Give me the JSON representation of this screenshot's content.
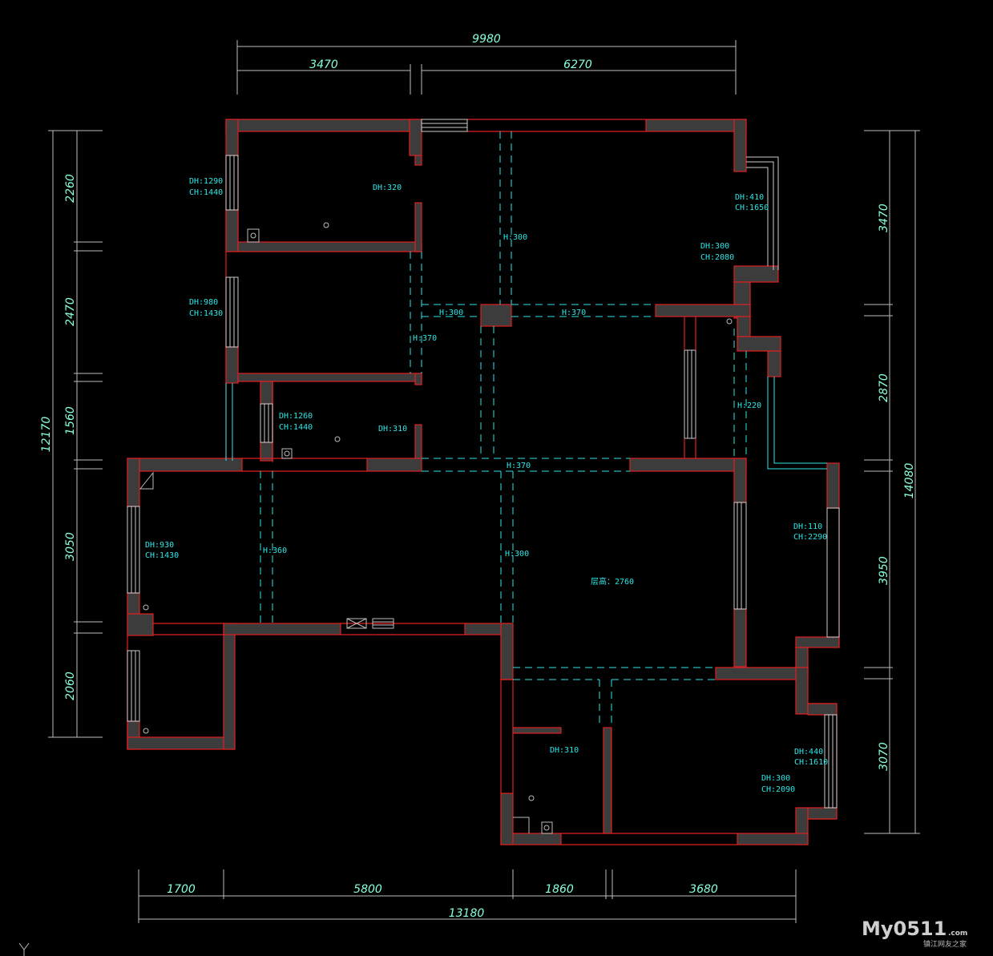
{
  "top_dimensions": {
    "total": "9980",
    "left": "3470",
    "right": "6270"
  },
  "bottom_dimensions": {
    "seg1": "1700",
    "seg2": "5800",
    "seg3": "1860",
    "seg4": "3680",
    "total": "13180"
  },
  "left_dimensions": {
    "seg1": "2260",
    "seg2": "2470",
    "seg3": "1560",
    "seg4": "3050",
    "seg5": "2060",
    "total": "12170"
  },
  "right_dimensions": {
    "seg1": "3470",
    "seg2": "2870",
    "seg3": "3950",
    "seg4": "3070",
    "total": "14080"
  },
  "annotations": {
    "win_bed_tl": [
      "DH:1290",
      "CH:1440"
    ],
    "win_bed_ml": [
      "DH:980",
      "CH:1430"
    ],
    "win_small": [
      "DH:1260",
      "CH:1440"
    ],
    "win_living_l": [
      "DH:930",
      "CH:1430"
    ],
    "win_bed_tr": [
      "DH:410",
      "CH:1650"
    ],
    "door_bed_tr": [
      "DH:300",
      "CH:2080"
    ],
    "win_balcony": [
      "DH:110",
      "CH:2290"
    ],
    "win_bed_br": [
      "DH:440",
      "CH:1610"
    ],
    "door_bed_br": [
      "DH:300",
      "CH:2090"
    ],
    "dh_top": "DH:320",
    "dh_small": "DH:310",
    "dh_bath": "DH:310",
    "beam_300_a": "H:300",
    "beam_300_b": "H:300",
    "beam_370_a": "H:370",
    "beam_370_b": "H:370",
    "beam_370_c": "H:370",
    "beam_220": "H:220",
    "beam_360": "H:360",
    "beam_300_c": "H:300",
    "floor_height": "层高：2760"
  },
  "watermark": {
    "brand": "My0511",
    "suffix": ".com",
    "subtitle": "镇江网友之家"
  }
}
